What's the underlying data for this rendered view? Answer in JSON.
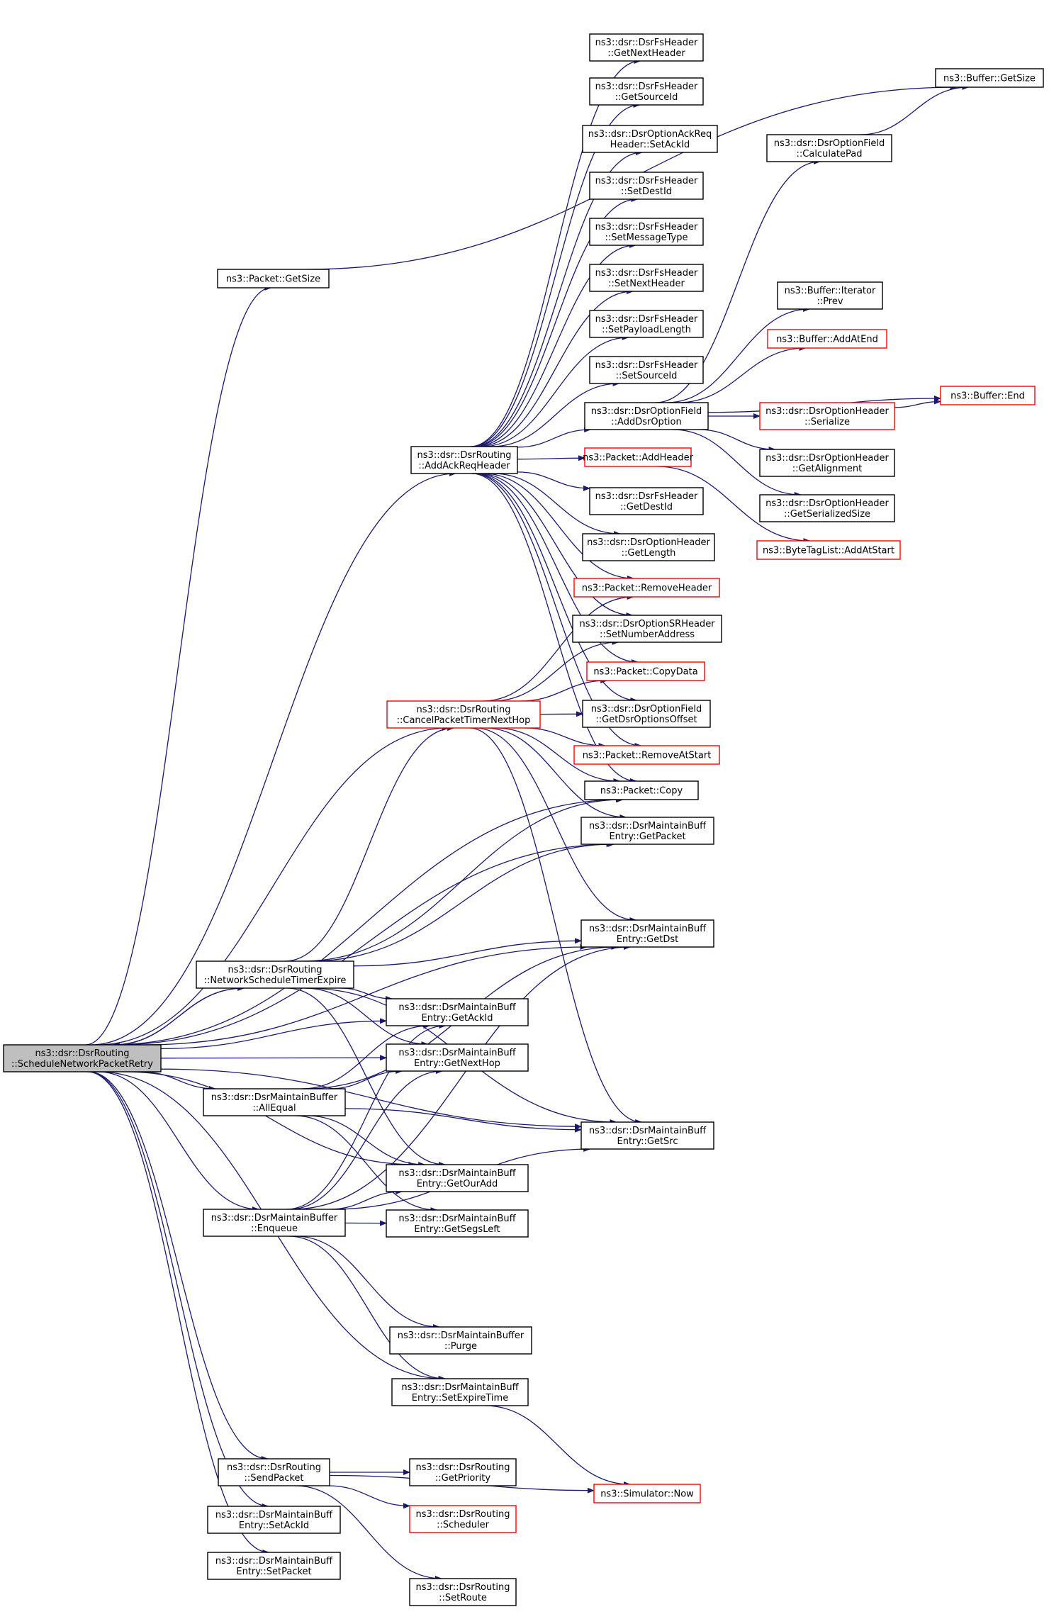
{
  "colors": {
    "edge": "#191970",
    "node_border_normal": "#000000",
    "node_border_external": "#ff0000",
    "node_fill": "#ffffff",
    "root_fill": "#bfbfbf"
  },
  "nodes": [
    {
      "id": "root",
      "lines": [
        "ns3::dsr::DsrRouting",
        "::ScheduleNetworkPacketRetry"
      ],
      "style": "root"
    },
    {
      "id": "pktGetSize",
      "lines": [
        "ns3::Packet::GetSize"
      ],
      "style": "normal"
    },
    {
      "id": "addAckReq",
      "lines": [
        "ns3::dsr::DsrRouting",
        "::AddAckReqHeader"
      ],
      "style": "normal"
    },
    {
      "id": "cancelTimer",
      "lines": [
        "ns3::dsr::DsrRouting",
        "::CancelPacketTimerNextHop"
      ],
      "style": "external"
    },
    {
      "id": "netSched",
      "lines": [
        "ns3::dsr::DsrRouting",
        "::NetworkScheduleTimerExpire"
      ],
      "style": "normal"
    },
    {
      "id": "allEqual",
      "lines": [
        "ns3::dsr::DsrMaintainBuffer",
        "::AllEqual"
      ],
      "style": "normal"
    },
    {
      "id": "enqueue",
      "lines": [
        "ns3::dsr::DsrMaintainBuffer",
        "::Enqueue"
      ],
      "style": "normal"
    },
    {
      "id": "sendPacket",
      "lines": [
        "ns3::dsr::DsrRouting",
        "::SendPacket"
      ],
      "style": "normal"
    },
    {
      "id": "setAckIdE",
      "lines": [
        "ns3::dsr::DsrMaintainBuff",
        "Entry::SetAckId"
      ],
      "style": "normal"
    },
    {
      "id": "setPacket",
      "lines": [
        "ns3::dsr::DsrMaintainBuff",
        "Entry::SetPacket"
      ],
      "style": "normal"
    },
    {
      "id": "getNextHeader",
      "lines": [
        "ns3::dsr::DsrFsHeader",
        "::GetNextHeader"
      ],
      "style": "normal"
    },
    {
      "id": "getSourceId",
      "lines": [
        "ns3::dsr::DsrFsHeader",
        "::GetSourceId"
      ],
      "style": "normal"
    },
    {
      "id": "setAckIdR",
      "lines": [
        "ns3::dsr::DsrOptionAckReq",
        "Header::SetAckId"
      ],
      "style": "normal"
    },
    {
      "id": "setDestId",
      "lines": [
        "ns3::dsr::DsrFsHeader",
        "::SetDestId"
      ],
      "style": "normal"
    },
    {
      "id": "setMsgType",
      "lines": [
        "ns3::dsr::DsrFsHeader",
        "::SetMessageType"
      ],
      "style": "normal"
    },
    {
      "id": "setNextHeader",
      "lines": [
        "ns3::dsr::DsrFsHeader",
        "::SetNextHeader"
      ],
      "style": "normal"
    },
    {
      "id": "setPayload",
      "lines": [
        "ns3::dsr::DsrFsHeader",
        "::SetPayloadLength"
      ],
      "style": "normal"
    },
    {
      "id": "setSourceId",
      "lines": [
        "ns3::dsr::DsrFsHeader",
        "::SetSourceId"
      ],
      "style": "normal"
    },
    {
      "id": "addDsrOption",
      "lines": [
        "ns3::dsr::DsrOptionField",
        "::AddDsrOption"
      ],
      "style": "normal"
    },
    {
      "id": "addHeader",
      "lines": [
        "ns3::Packet::AddHeader"
      ],
      "style": "external"
    },
    {
      "id": "getDestId",
      "lines": [
        "ns3::dsr::DsrFsHeader",
        "::GetDestId"
      ],
      "style": "normal"
    },
    {
      "id": "getLength",
      "lines": [
        "ns3::dsr::DsrOptionHeader",
        "::GetLength"
      ],
      "style": "normal"
    },
    {
      "id": "removeHeader",
      "lines": [
        "ns3::Packet::RemoveHeader"
      ],
      "style": "external"
    },
    {
      "id": "setNumAddr",
      "lines": [
        "ns3::dsr::DsrOptionSRHeader",
        "::SetNumberAddress"
      ],
      "style": "normal"
    },
    {
      "id": "copyData",
      "lines": [
        "ns3::Packet::CopyData"
      ],
      "style": "external"
    },
    {
      "id": "getDsrOffset",
      "lines": [
        "ns3::dsr::DsrOptionField",
        "::GetDsrOptionsOffset"
      ],
      "style": "normal"
    },
    {
      "id": "removeAtStart",
      "lines": [
        "ns3::Packet::RemoveAtStart"
      ],
      "style": "external"
    },
    {
      "id": "pktCopy",
      "lines": [
        "ns3::Packet::Copy"
      ],
      "style": "normal"
    },
    {
      "id": "getPacket",
      "lines": [
        "ns3::dsr::DsrMaintainBuff",
        "Entry::GetPacket"
      ],
      "style": "normal"
    },
    {
      "id": "getDst",
      "lines": [
        "ns3::dsr::DsrMaintainBuff",
        "Entry::GetDst"
      ],
      "style": "normal"
    },
    {
      "id": "getAckId",
      "lines": [
        "ns3::dsr::DsrMaintainBuff",
        "Entry::GetAckId"
      ],
      "style": "normal"
    },
    {
      "id": "getNextHop",
      "lines": [
        "ns3::dsr::DsrMaintainBuff",
        "Entry::GetNextHop"
      ],
      "style": "normal"
    },
    {
      "id": "getSrc",
      "lines": [
        "ns3::dsr::DsrMaintainBuff",
        "Entry::GetSrc"
      ],
      "style": "normal"
    },
    {
      "id": "getOurAdd",
      "lines": [
        "ns3::dsr::DsrMaintainBuff",
        "Entry::GetOurAdd"
      ],
      "style": "normal"
    },
    {
      "id": "getSegsLeft",
      "lines": [
        "ns3::dsr::DsrMaintainBuff",
        "Entry::GetSegsLeft"
      ],
      "style": "normal"
    },
    {
      "id": "purge",
      "lines": [
        "ns3::dsr::DsrMaintainBuffer",
        "::Purge"
      ],
      "style": "normal"
    },
    {
      "id": "setExpire",
      "lines": [
        "ns3::dsr::DsrMaintainBuff",
        "Entry::SetExpireTime"
      ],
      "style": "normal"
    },
    {
      "id": "getPriority",
      "lines": [
        "ns3::dsr::DsrRouting",
        "::GetPriority"
      ],
      "style": "normal"
    },
    {
      "id": "scheduler",
      "lines": [
        "ns3::dsr::DsrRouting",
        "::Scheduler"
      ],
      "style": "external"
    },
    {
      "id": "setRoute",
      "lines": [
        "ns3::dsr::DsrRouting",
        "::SetRoute"
      ],
      "style": "normal"
    },
    {
      "id": "simNow",
      "lines": [
        "ns3::Simulator::Now"
      ],
      "style": "external"
    },
    {
      "id": "bufGetSize",
      "lines": [
        "ns3::Buffer::GetSize"
      ],
      "style": "normal"
    },
    {
      "id": "calcPad",
      "lines": [
        "ns3::dsr::DsrOptionField",
        "::CalculatePad"
      ],
      "style": "normal"
    },
    {
      "id": "iterPrev",
      "lines": [
        "ns3::Buffer::Iterator",
        "::Prev"
      ],
      "style": "normal"
    },
    {
      "id": "addAtEnd",
      "lines": [
        "ns3::Buffer::AddAtEnd"
      ],
      "style": "external"
    },
    {
      "id": "bufEnd",
      "lines": [
        "ns3::Buffer::End"
      ],
      "style": "external"
    },
    {
      "id": "serialize",
      "lines": [
        "ns3::dsr::DsrOptionHeader",
        "::Serialize"
      ],
      "style": "external"
    },
    {
      "id": "getAlign",
      "lines": [
        "ns3::dsr::DsrOptionHeader",
        "::GetAlignment"
      ],
      "style": "normal"
    },
    {
      "id": "getSerSize",
      "lines": [
        "ns3::dsr::DsrOptionHeader",
        "::GetSerializedSize"
      ],
      "style": "normal"
    },
    {
      "id": "addAtStart",
      "lines": [
        "ns3::ByteTagList::AddAtStart"
      ],
      "style": "external"
    }
  ],
  "edges": [
    [
      "root",
      "pktGetSize"
    ],
    [
      "root",
      "addAckReq"
    ],
    [
      "root",
      "cancelTimer"
    ],
    [
      "root",
      "netSched"
    ],
    [
      "root",
      "allEqual"
    ],
    [
      "root",
      "enqueue"
    ],
    [
      "root",
      "sendPacket"
    ],
    [
      "root",
      "setAckIdE"
    ],
    [
      "root",
      "setPacket"
    ],
    [
      "root",
      "pktCopy"
    ],
    [
      "root",
      "getPacket"
    ],
    [
      "root",
      "getDst"
    ],
    [
      "root",
      "getAckId"
    ],
    [
      "root",
      "getNextHop"
    ],
    [
      "root",
      "getOurAdd"
    ],
    [
      "root",
      "getSrc"
    ],
    [
      "root",
      "setExpire"
    ],
    [
      "netSched",
      "root"
    ],
    [
      "netSched",
      "cancelTimer"
    ],
    [
      "netSched",
      "pktCopy"
    ],
    [
      "netSched",
      "getPacket"
    ],
    [
      "netSched",
      "getDst"
    ],
    [
      "netSched",
      "getAckId"
    ],
    [
      "netSched",
      "getNextHop"
    ],
    [
      "netSched",
      "getOurAdd"
    ],
    [
      "netSched",
      "getSrc"
    ],
    [
      "pktGetSize",
      "bufGetSize"
    ],
    [
      "addAckReq",
      "getNextHeader"
    ],
    [
      "addAckReq",
      "getSourceId"
    ],
    [
      "addAckReq",
      "setAckIdR"
    ],
    [
      "addAckReq",
      "setDestId"
    ],
    [
      "addAckReq",
      "setMsgType"
    ],
    [
      "addAckReq",
      "setNextHeader"
    ],
    [
      "addAckReq",
      "setPayload"
    ],
    [
      "addAckReq",
      "setSourceId"
    ],
    [
      "addAckReq",
      "addDsrOption"
    ],
    [
      "addAckReq",
      "addHeader"
    ],
    [
      "addAckReq",
      "getDestId"
    ],
    [
      "addAckReq",
      "getLength"
    ],
    [
      "addAckReq",
      "removeHeader"
    ],
    [
      "addAckReq",
      "setNumAddr"
    ],
    [
      "addAckReq",
      "copyData"
    ],
    [
      "addAckReq",
      "getDsrOffset"
    ],
    [
      "addAckReq",
      "removeAtStart"
    ],
    [
      "addAckReq",
      "pktCopy"
    ],
    [
      "cancelTimer",
      "removeHeader"
    ],
    [
      "cancelTimer",
      "setNumAddr"
    ],
    [
      "cancelTimer",
      "copyData"
    ],
    [
      "cancelTimer",
      "getDsrOffset"
    ],
    [
      "cancelTimer",
      "removeAtStart"
    ],
    [
      "cancelTimer",
      "pktCopy"
    ],
    [
      "cancelTimer",
      "getPacket"
    ],
    [
      "cancelTimer",
      "getDst"
    ],
    [
      "cancelTimer",
      "getSrc"
    ],
    [
      "addDsrOption",
      "calcPad"
    ],
    [
      "addDsrOption",
      "iterPrev"
    ],
    [
      "addDsrOption",
      "addAtEnd"
    ],
    [
      "addDsrOption",
      "bufEnd"
    ],
    [
      "addDsrOption",
      "serialize"
    ],
    [
      "addDsrOption",
      "getAlign"
    ],
    [
      "addDsrOption",
      "getSerSize"
    ],
    [
      "calcPad",
      "bufGetSize"
    ],
    [
      "serialize",
      "bufEnd"
    ],
    [
      "addHeader",
      "addAtStart"
    ],
    [
      "allEqual",
      "getAckId"
    ],
    [
      "allEqual",
      "getNextHop"
    ],
    [
      "allEqual",
      "getDst"
    ],
    [
      "allEqual",
      "getSrc"
    ],
    [
      "allEqual",
      "getOurAdd"
    ],
    [
      "allEqual",
      "getSegsLeft"
    ],
    [
      "enqueue",
      "getAckId"
    ],
    [
      "enqueue",
      "getNextHop"
    ],
    [
      "enqueue",
      "getOurAdd"
    ],
    [
      "enqueue",
      "getSegsLeft"
    ],
    [
      "enqueue",
      "getDst"
    ],
    [
      "enqueue",
      "getSrc"
    ],
    [
      "enqueue",
      "purge"
    ],
    [
      "enqueue",
      "setExpire"
    ],
    [
      "setExpire",
      "simNow"
    ],
    [
      "sendPacket",
      "getPriority"
    ],
    [
      "sendPacket",
      "scheduler"
    ],
    [
      "sendPacket",
      "setRoute"
    ],
    [
      "sendPacket",
      "simNow"
    ]
  ]
}
